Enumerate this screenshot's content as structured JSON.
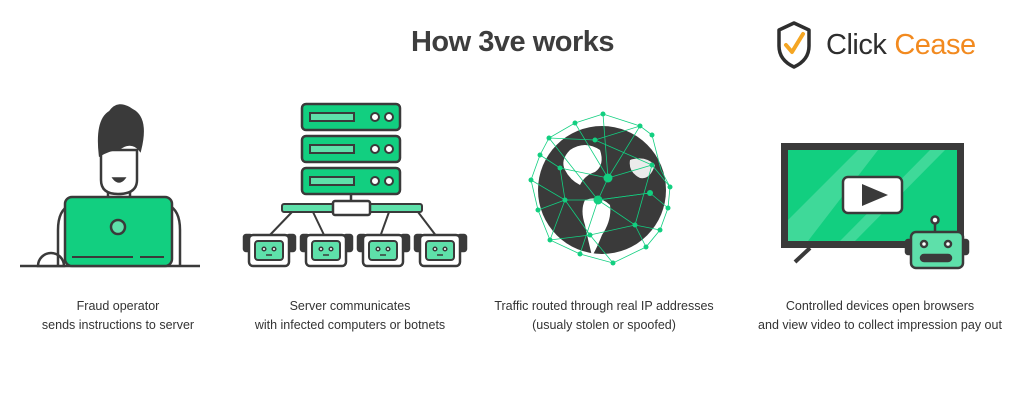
{
  "header": {
    "title": "How 3ve works"
  },
  "logo": {
    "click": "Click",
    "cease": "Cease",
    "brand_color": "#f28a1f"
  },
  "colors": {
    "green": "#12cf80",
    "light_green": "#5ee0aa",
    "dark": "#3a3a3a"
  },
  "steps": [
    {
      "icon": "fraud-operator-icon",
      "line1": "Fraud operator",
      "line2": "sends instructions to server"
    },
    {
      "icon": "server-botnet-icon",
      "line1": "Server communicates",
      "line2": "with infected computers or botnets"
    },
    {
      "icon": "globe-network-icon",
      "line1": "Traffic routed through real IP addresses",
      "line2": "(usualy stolen or spoofed)"
    },
    {
      "icon": "tv-video-robot-icon",
      "line1": "Controlled devices open browsers",
      "line2": "and view video to collect impression pay out"
    }
  ]
}
